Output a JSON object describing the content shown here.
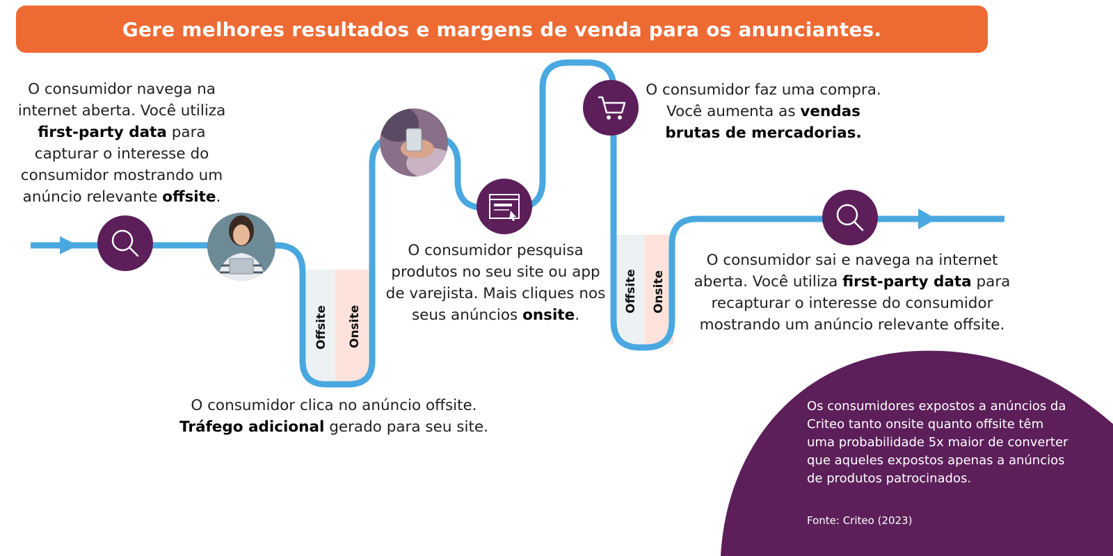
{
  "banner": {
    "title": "Gere melhores resultados e margens de venda para os anunciantes."
  },
  "steps": {
    "step1": {
      "l1": "O consumidor navega na",
      "l2": "internet aberta. Você utiliza",
      "l3_bold": "first-party data",
      "l3_rest": " para",
      "l4": "capturar o interesse do",
      "l5": "consumidor mostrando um",
      "l6_pre": "anúncio relevante ",
      "l6_bold": "offsite",
      "l6_end": "."
    },
    "step2": {
      "l1": "O consumidor clica no anúncio offsite.",
      "l2_bold": "Tráfego adicional",
      "l2_rest": " gerado para seu site."
    },
    "step3": {
      "l1": "O consumidor pesquisa",
      "l2": "produtos no seu site ou app",
      "l3": "de varejista. Mais cliques nos",
      "l4_pre": "seus anúncios ",
      "l4_bold": "onsite",
      "l4_end": "."
    },
    "step4": {
      "l1": "O consumidor faz uma compra.",
      "l2_pre": "Você aumenta as ",
      "l2_bold": "vendas",
      "l3_bold": "brutas de mercadorias."
    },
    "step5": {
      "l1": "O consumidor sai e navega na internet",
      "l2_pre": "aberta. Você utiliza ",
      "l2_bold": "first-party data",
      "l2_rest": " para",
      "l3": "recapturar o interesse do consumidor",
      "l4": "mostrando um anúncio relevante offsite."
    }
  },
  "zones": {
    "left": {
      "offsite": "Offsite",
      "onsite": "Onsite"
    },
    "right": {
      "offsite": "Offsite",
      "onsite": "Onsite"
    }
  },
  "callout": {
    "text": "Os consumidores expostos a anúncios da Criteo tanto onsite quanto offsite têm uma probabilidade 5x maior de converter que aqueles expostos apenas a anúncios de produtos patrocinados.",
    "source": "Fonte: Criteo (2023)"
  },
  "icons": [
    "search-icon",
    "person-photo",
    "hands-phone-photo",
    "web-ad-click-icon",
    "shopping-cart-icon",
    "search-icon"
  ],
  "colors": {
    "banner": "#ee6a33",
    "path": "#4aa8e0",
    "circle": "#5c1f5a",
    "offsite_zone": "#eef1f4",
    "onsite_zone": "#fde3dc"
  }
}
